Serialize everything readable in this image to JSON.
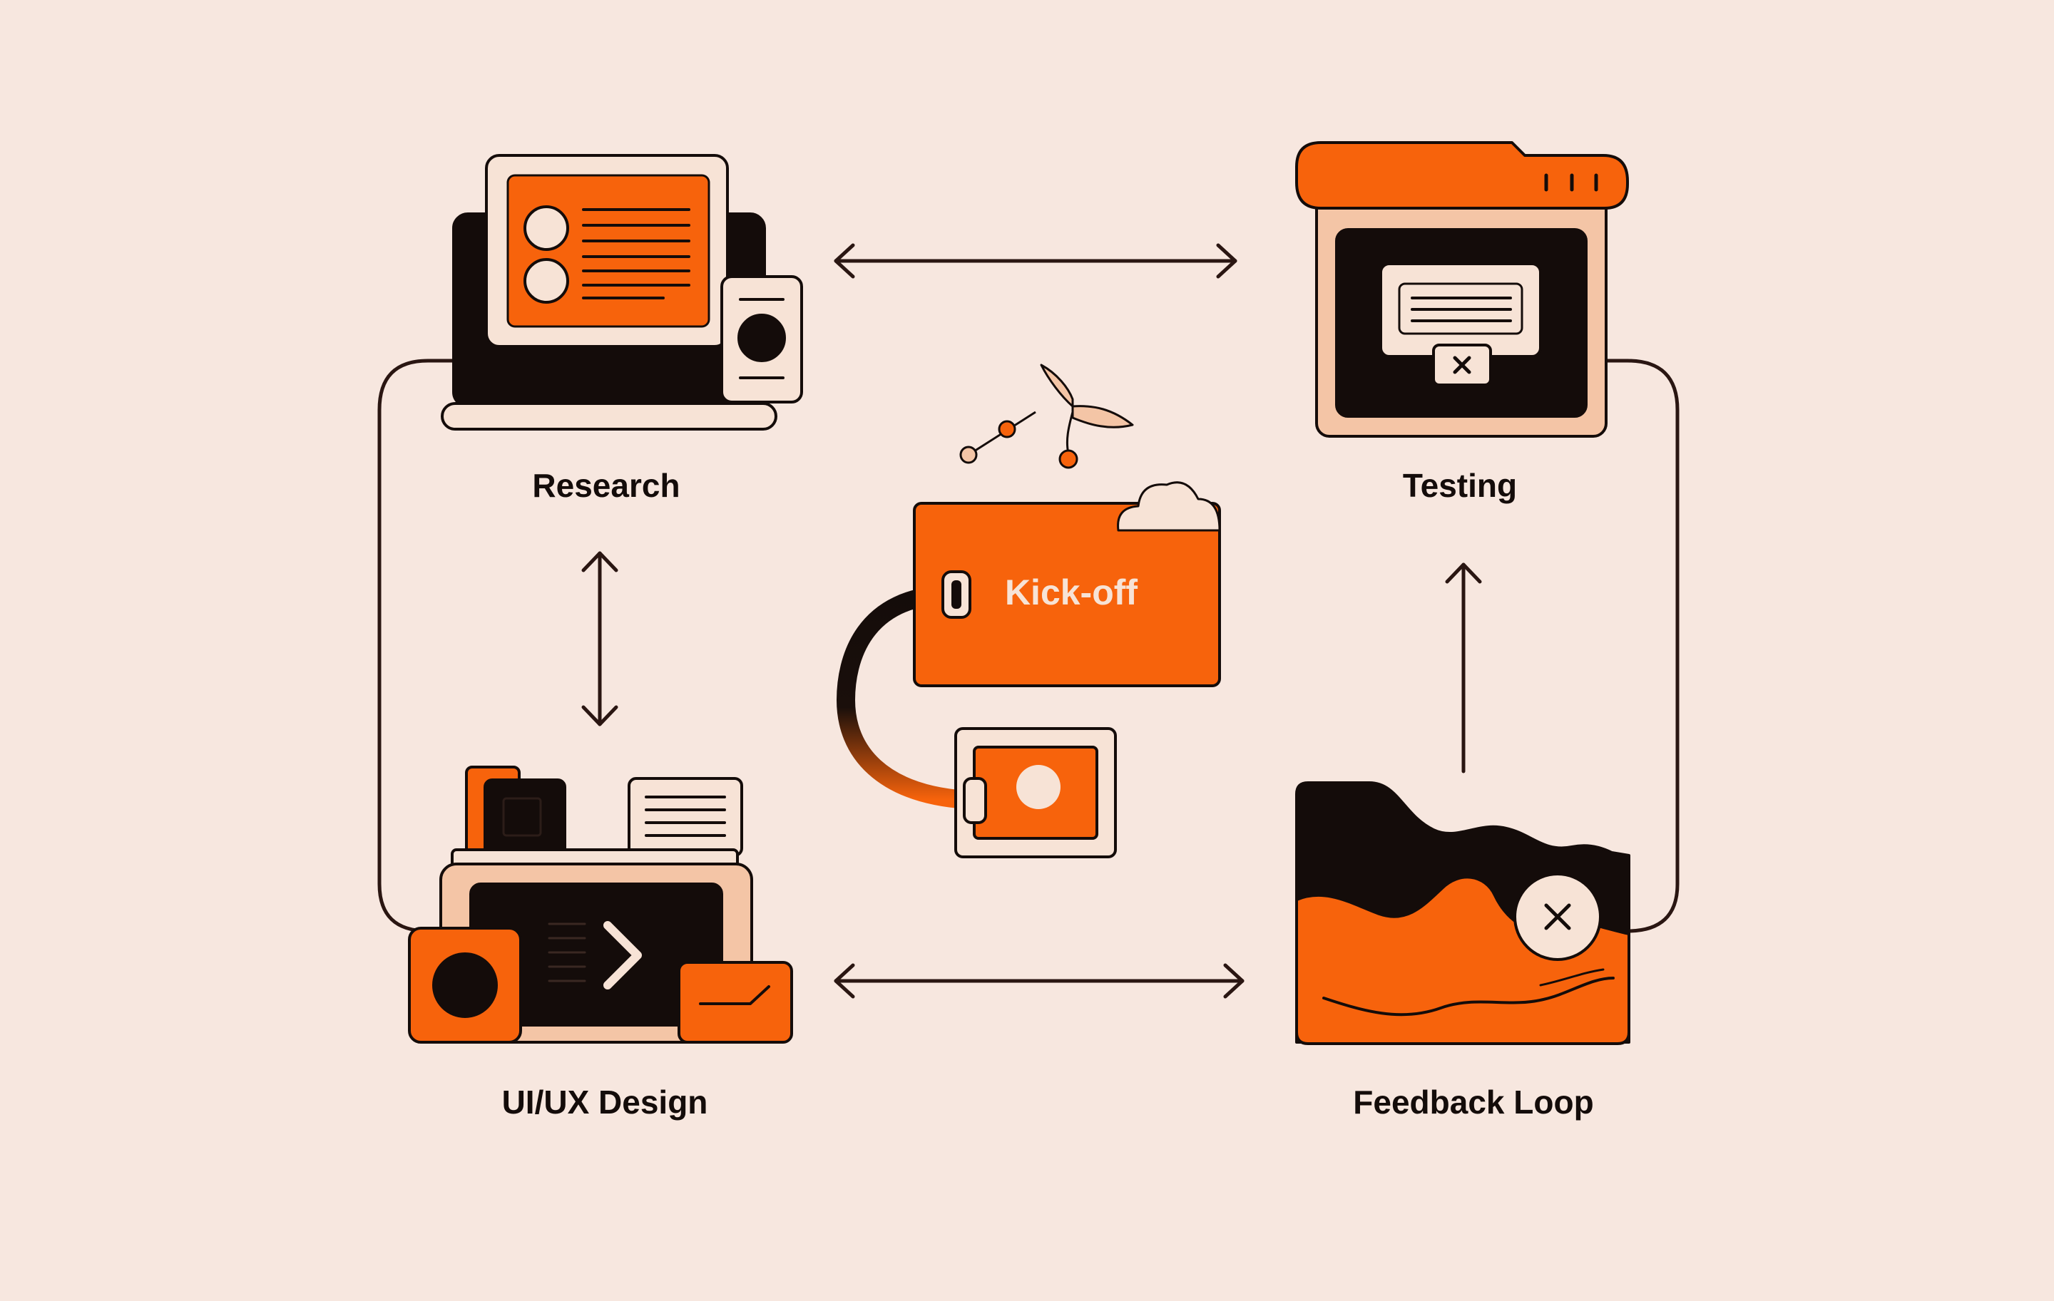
{
  "colors": {
    "background": "#f7e7df",
    "accent": "#f7630c",
    "dark": "#140c0a",
    "cream": "#f7e3d6",
    "peach": "#f4c5a6"
  },
  "nodes": {
    "center": {
      "label": "Kick-off",
      "icon": "luggage-tag-icon"
    },
    "research": {
      "label": "Research",
      "icon": "monitor-tablet-icon"
    },
    "testing": {
      "label": "Testing",
      "icon": "browser-window-icon"
    },
    "design": {
      "label": "UI/UX Design",
      "icon": "workstation-icon"
    },
    "feedback": {
      "label": "Feedback Loop",
      "icon": "wave-card-icon"
    }
  },
  "connections": [
    {
      "from": "Research",
      "to": "Testing",
      "direction": "both"
    },
    {
      "from": "Research",
      "to": "UI/UX Design",
      "direction": "both"
    },
    {
      "from": "UI/UX Design",
      "to": "Feedback Loop",
      "direction": "both"
    },
    {
      "from": "Feedback Loop",
      "to": "Testing",
      "direction": "forward"
    },
    {
      "from": "Research",
      "to": "UI/UX Design",
      "direction": "loop-left"
    },
    {
      "from": "Testing",
      "to": "Feedback Loop",
      "direction": "loop-right"
    }
  ]
}
